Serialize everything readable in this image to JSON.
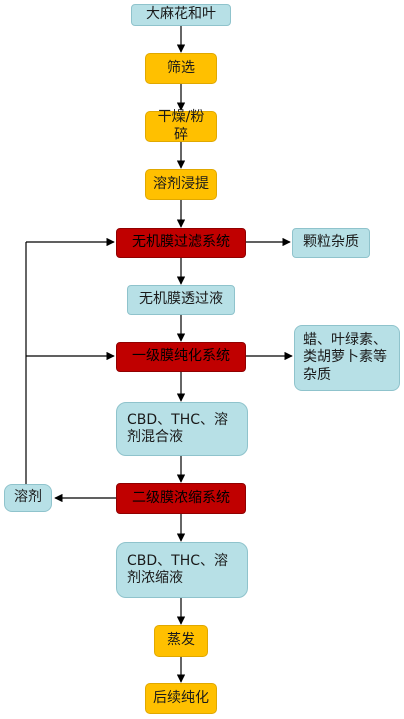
{
  "nodes": {
    "raw": "大麻花和叶",
    "screen": "筛选",
    "dry": "干燥/粉碎",
    "extract": "溶剂浸提",
    "inorganic_filter": "无机膜过滤系统",
    "particles": "颗粒杂质",
    "permeate": "无机膜透过液",
    "stage1": "一级膜纯化系统",
    "impurities": "蜡、叶绿素、类胡萝卜素等杂质",
    "mixture": "CBD、THC、溶剂混合液",
    "solvent": "溶剂",
    "stage2": "二级膜浓缩系统",
    "concentrate": "CBD、THC、溶剂浓缩液",
    "evaporate": "蒸发",
    "purify": "后续纯化"
  },
  "colors": {
    "teal": "#b7e0e6",
    "yellow": "#ffc000",
    "red": "#c00000"
  }
}
